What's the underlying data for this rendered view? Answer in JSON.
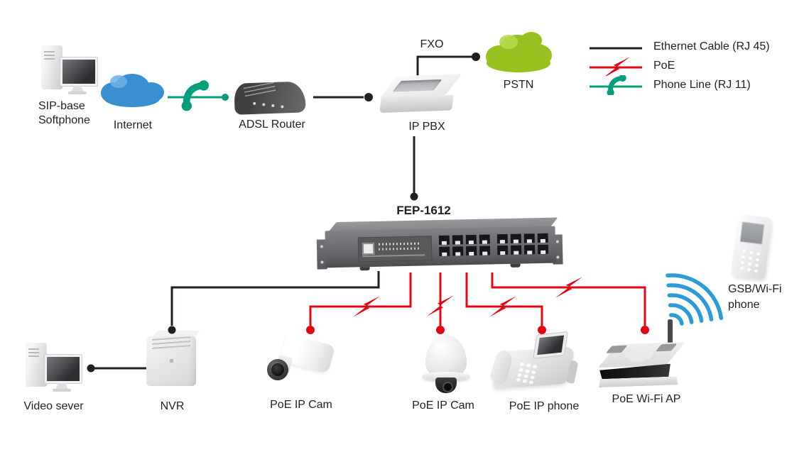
{
  "nodes": {
    "sip_softphone": {
      "label_line1": "SIP-base",
      "label_line2": "Softphone"
    },
    "internet": {
      "label": "Internet"
    },
    "adsl_router": {
      "label": "ADSL Router"
    },
    "ip_pbx": {
      "label": "IP PBX"
    },
    "pstn": {
      "label": "PSTN"
    },
    "switch": {
      "model": "FEP-1612"
    },
    "video_server": {
      "label": "Video sever"
    },
    "nvr": {
      "label": "NVR"
    },
    "poe_ip_cam_box": {
      "label": "PoE IP Cam"
    },
    "poe_ip_cam_dome": {
      "label": "PoE IP Cam"
    },
    "poe_ip_phone": {
      "label": "PoE IP phone"
    },
    "poe_wifi_ap": {
      "label": "PoE Wi-Fi AP"
    },
    "gsb_wifi_phone": {
      "label_line1": "GSB/Wi-Fi",
      "label_line2": "phone"
    }
  },
  "edge_labels": {
    "fxo": "FXO"
  },
  "legend": {
    "items": [
      {
        "label": "Ethernet Cable (RJ 45)",
        "line_color": "#231f20"
      },
      {
        "label": "PoE",
        "line_color": "#e30613"
      },
      {
        "label": "Phone Line (RJ 11)",
        "line_color": "#009e7a"
      }
    ]
  },
  "connections": [
    {
      "from": "Internet",
      "to": "ADSL Router",
      "type": "Phone Line (RJ 11)"
    },
    {
      "from": "ADSL Router",
      "to": "IP PBX",
      "type": "Ethernet Cable (RJ 45)"
    },
    {
      "from": "IP PBX",
      "to": "PSTN",
      "type": "FXO"
    },
    {
      "from": "IP PBX",
      "to": "FEP-1612",
      "type": "Ethernet Cable (RJ 45)"
    },
    {
      "from": "FEP-1612",
      "to": "NVR",
      "type": "Ethernet Cable (RJ 45)"
    },
    {
      "from": "Video sever",
      "to": "NVR",
      "type": "Ethernet Cable (RJ 45)"
    },
    {
      "from": "FEP-1612",
      "to": "PoE IP Cam (box)",
      "type": "PoE"
    },
    {
      "from": "FEP-1612",
      "to": "PoE IP Cam (dome)",
      "type": "PoE"
    },
    {
      "from": "FEP-1612",
      "to": "PoE IP phone",
      "type": "PoE"
    },
    {
      "from": "FEP-1612",
      "to": "PoE Wi-Fi AP",
      "type": "PoE"
    },
    {
      "from": "PoE Wi-Fi AP",
      "to": "GSB/Wi-Fi phone",
      "type": "Wi-Fi"
    }
  ],
  "colors": {
    "ethernet": "#231f20",
    "poe_red": "#e30613",
    "phone_line_green": "#009e7a",
    "wifi_blue": "#2b9cd8",
    "internet_cloud": "#3a8fd0",
    "pstn_cloud": "#97c11f"
  }
}
